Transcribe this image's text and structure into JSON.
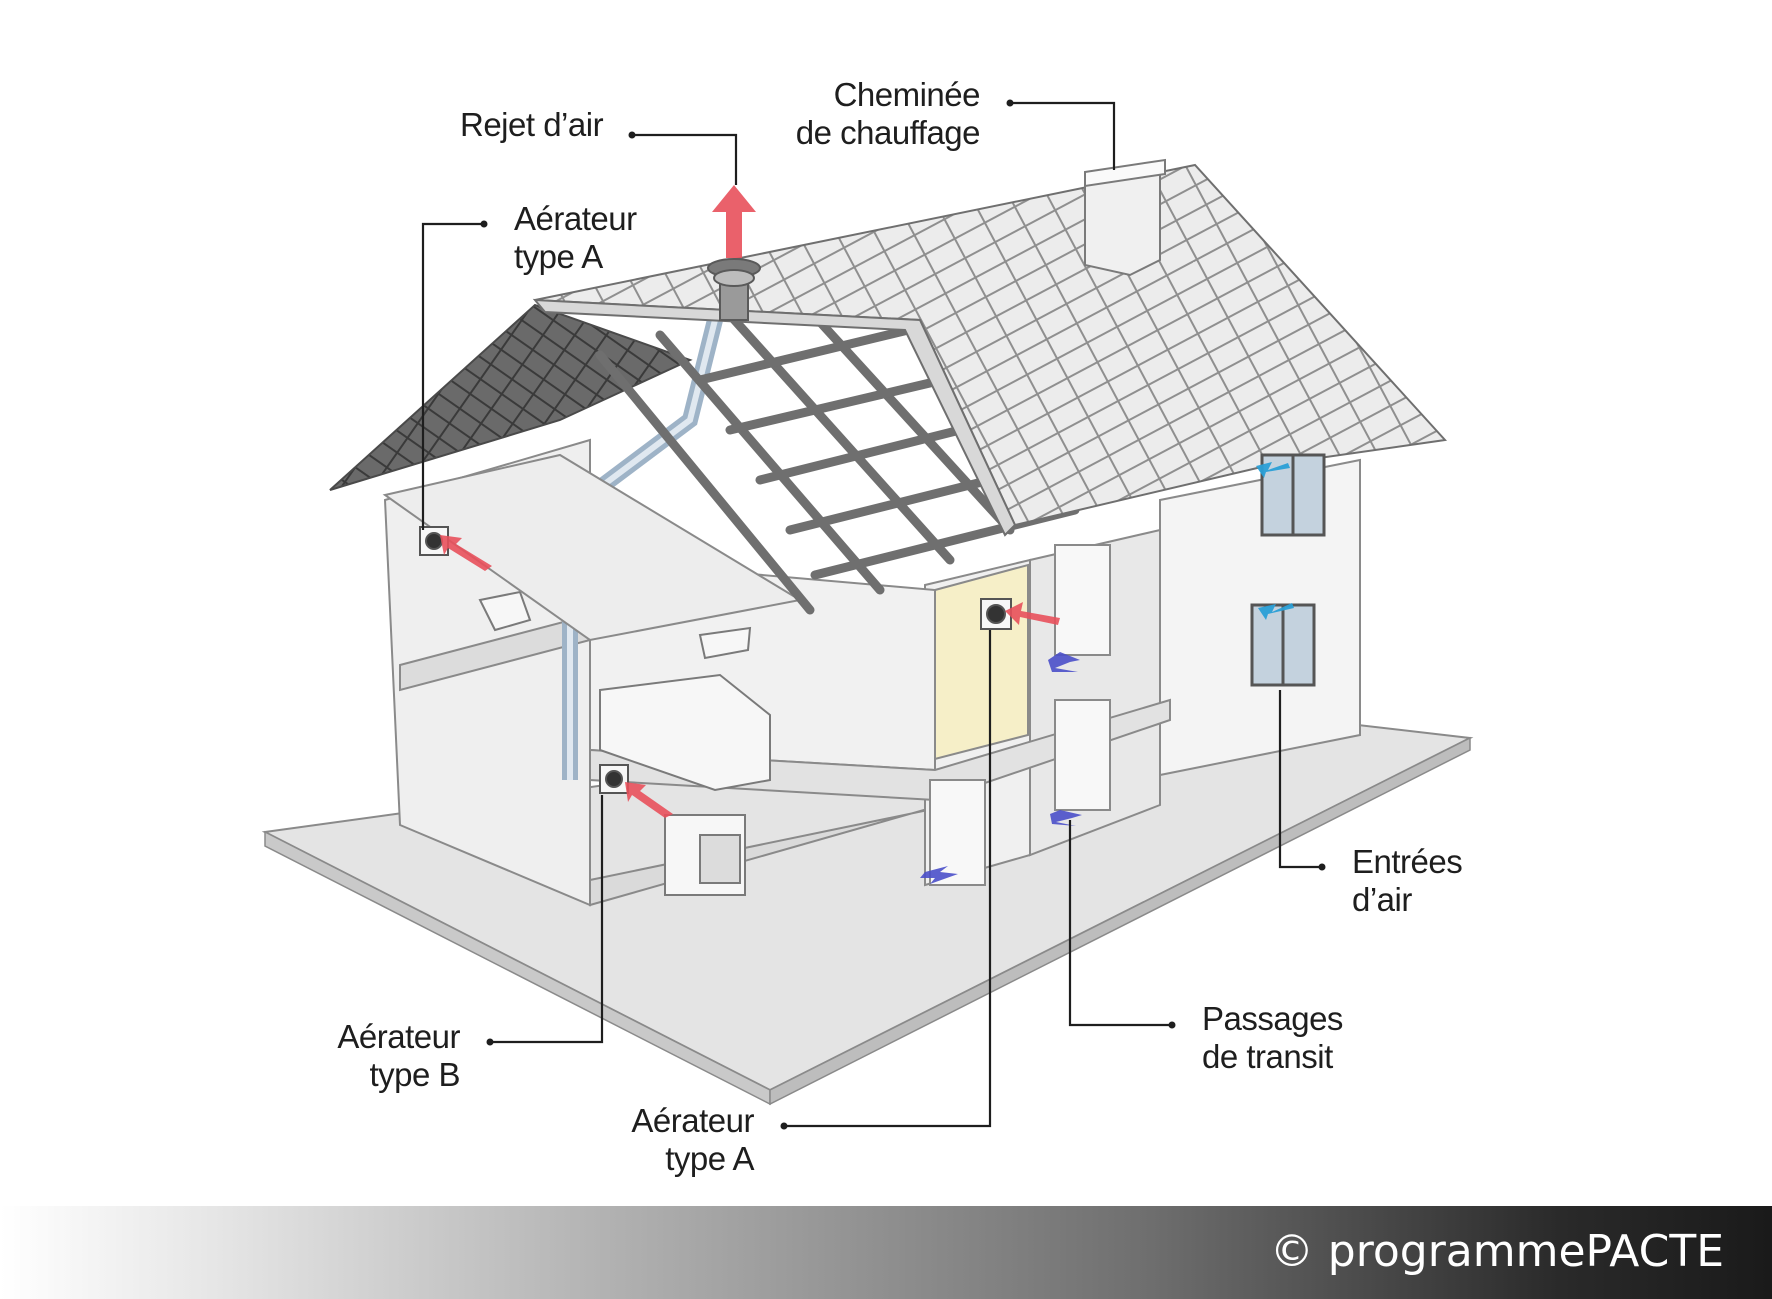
{
  "labels": {
    "rejet_air": "Rejet d’air",
    "cheminee_line1": "Cheminée",
    "cheminee_line2": "de chauffage",
    "aerateur_a_top_line1": "Aérateur",
    "aerateur_a_top_line2": "type A",
    "entrees_line1": "Entrées",
    "entrees_line2": "d’air",
    "passages_line1": "Passages",
    "passages_line2": "de transit",
    "aerateur_b_line1": "Aérateur",
    "aerateur_b_line2": "type B",
    "aerateur_a_bottom_line1": "Aérateur",
    "aerateur_a_bottom_line2": "type A"
  },
  "footer": {
    "copyright": "© programmePACTE"
  },
  "colors": {
    "exhaust_arrow": "#e8505b",
    "transit_arrow": "#4a4fc9",
    "inlet_arrow": "#2a9fd6",
    "wall": "#f2f2f2",
    "roof": "#e9e9e9",
    "accent_wall": "#f6efc8",
    "leader_line": "#1e1e1e"
  }
}
